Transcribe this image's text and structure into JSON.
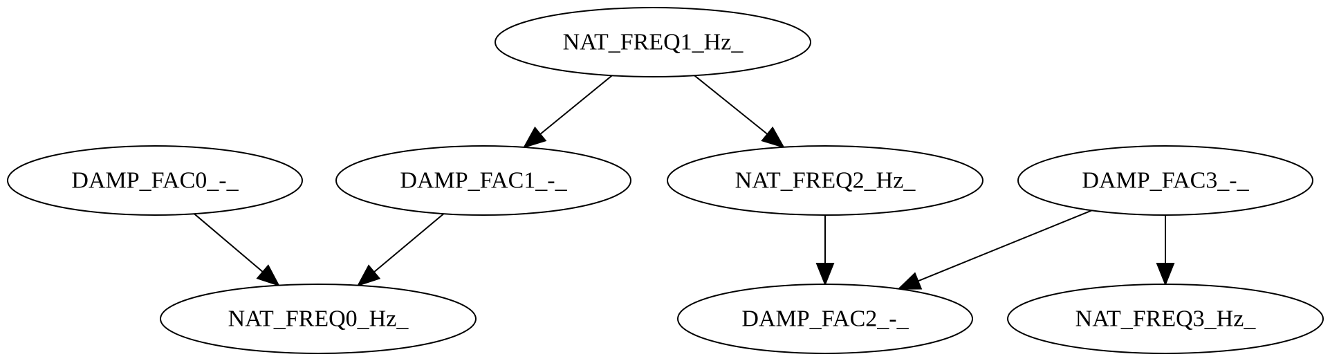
{
  "diagram": {
    "type": "directed-graph",
    "nodes": [
      {
        "id": "nat_freq1",
        "label": "NAT_FREQ1_Hz_"
      },
      {
        "id": "damp_fac0",
        "label": "DAMP_FAC0_-_"
      },
      {
        "id": "damp_fac1",
        "label": "DAMP_FAC1_-_"
      },
      {
        "id": "nat_freq2",
        "label": "NAT_FREQ2_Hz_"
      },
      {
        "id": "damp_fac3",
        "label": "DAMP_FAC3_-_"
      },
      {
        "id": "nat_freq0",
        "label": "NAT_FREQ0_Hz_"
      },
      {
        "id": "damp_fac2",
        "label": "DAMP_FAC2_-_"
      },
      {
        "id": "nat_freq3",
        "label": "NAT_FREQ3_Hz_"
      }
    ],
    "edges": [
      {
        "from": "nat_freq1",
        "to": "damp_fac1"
      },
      {
        "from": "nat_freq1",
        "to": "nat_freq2"
      },
      {
        "from": "damp_fac0",
        "to": "nat_freq0"
      },
      {
        "from": "damp_fac1",
        "to": "nat_freq0"
      },
      {
        "from": "nat_freq2",
        "to": "damp_fac2"
      },
      {
        "from": "damp_fac3",
        "to": "damp_fac2"
      },
      {
        "from": "damp_fac3",
        "to": "nat_freq3"
      }
    ],
    "colors": {
      "stroke": "#000000",
      "fill": "#ffffff",
      "text": "#000000"
    }
  }
}
